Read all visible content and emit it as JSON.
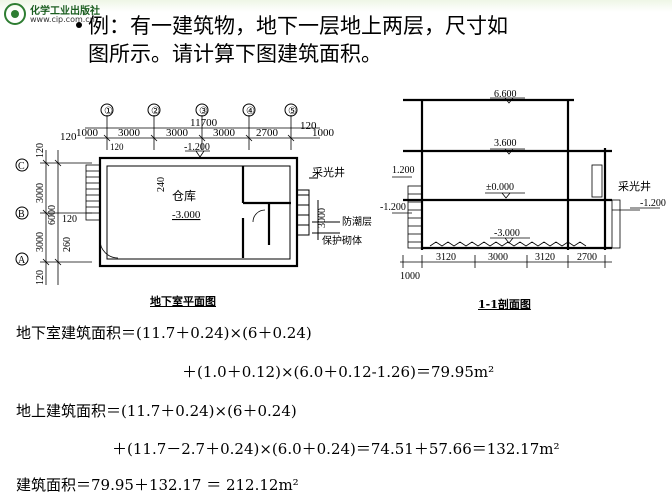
{
  "header": {
    "publisher": "化学工业出版社",
    "url": "www.cip.com.cn"
  },
  "intro": {
    "line1": "例：有一建筑物，地下一层地上两层，尺寸如",
    "line2": "图所示。请计算下图建筑面积。"
  },
  "plan": {
    "axes_top": [
      "①",
      "②",
      "③",
      "④",
      "⑤"
    ],
    "axes_left": [
      "C",
      "B",
      "A"
    ],
    "dim_total": "11700",
    "dims_top": [
      "1000",
      "3000",
      "3000",
      "3000",
      "2700",
      "1000"
    ],
    "dim_120": "120",
    "dims_left": [
      "120",
      "3000",
      "3000",
      "120"
    ],
    "dim_6000": "6000",
    "dim_260": "260",
    "dim_240": "240",
    "dim_3000_right": "3000",
    "level_top": "-1.200",
    "room_name": "仓库",
    "room_level": "-3.000",
    "label_well": "采光井",
    "label_damp": "防潮层",
    "label_wall": "保护砌体",
    "caption": "地下室平面图"
  },
  "section": {
    "levels": [
      "6.600",
      "3.600",
      "±0.000",
      "-3.000",
      "1.200",
      "-1.200",
      "-1.200"
    ],
    "label_well": "采光井",
    "dims_bottom": [
      "3120",
      "3000",
      "3120",
      "2700"
    ],
    "dim_1000": "1000",
    "caption": "1-1剖面图"
  },
  "calc": {
    "line1": "地下室建筑面积＝(11.7＋0.24)×(6＋0.24)",
    "line2": "＋(1.0＋0.12)×(6.0＋0.12-1.26)＝79.95m²",
    "line3": "地上建筑面积＝(11.7＋0.24)×(6＋0.24)",
    "line4": "＋(11.7－2.7＋0.24)×(6.0＋0.24)＝74.51＋57.66＝132.17m²",
    "line5": "建筑面积＝79.95＋132.17 ＝ 212.12m²"
  }
}
